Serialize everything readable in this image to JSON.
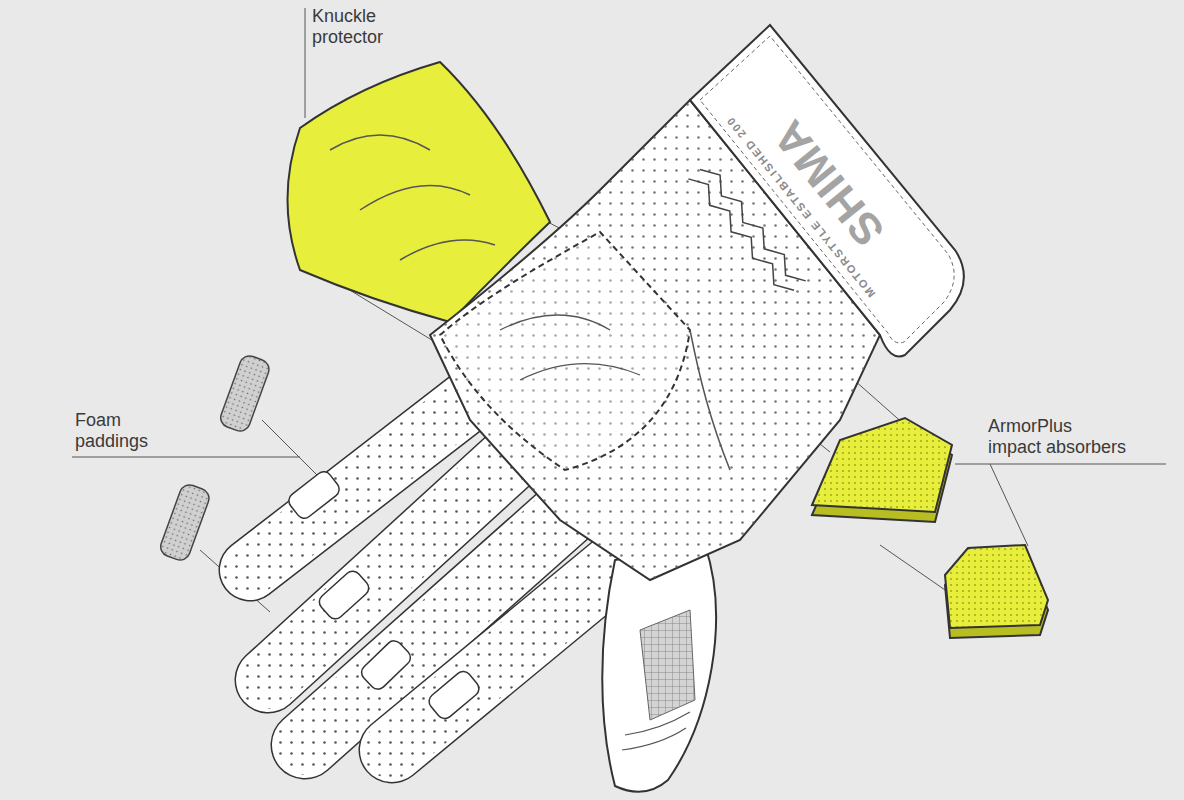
{
  "diagram": {
    "labels": [
      "Knuckle protector",
      "Foam paddings",
      "ArmorPlus impact absorbers",
      "SHIMA",
      "MOTORSTYLE ESTABLISHED 200"
    ]
  }
}
